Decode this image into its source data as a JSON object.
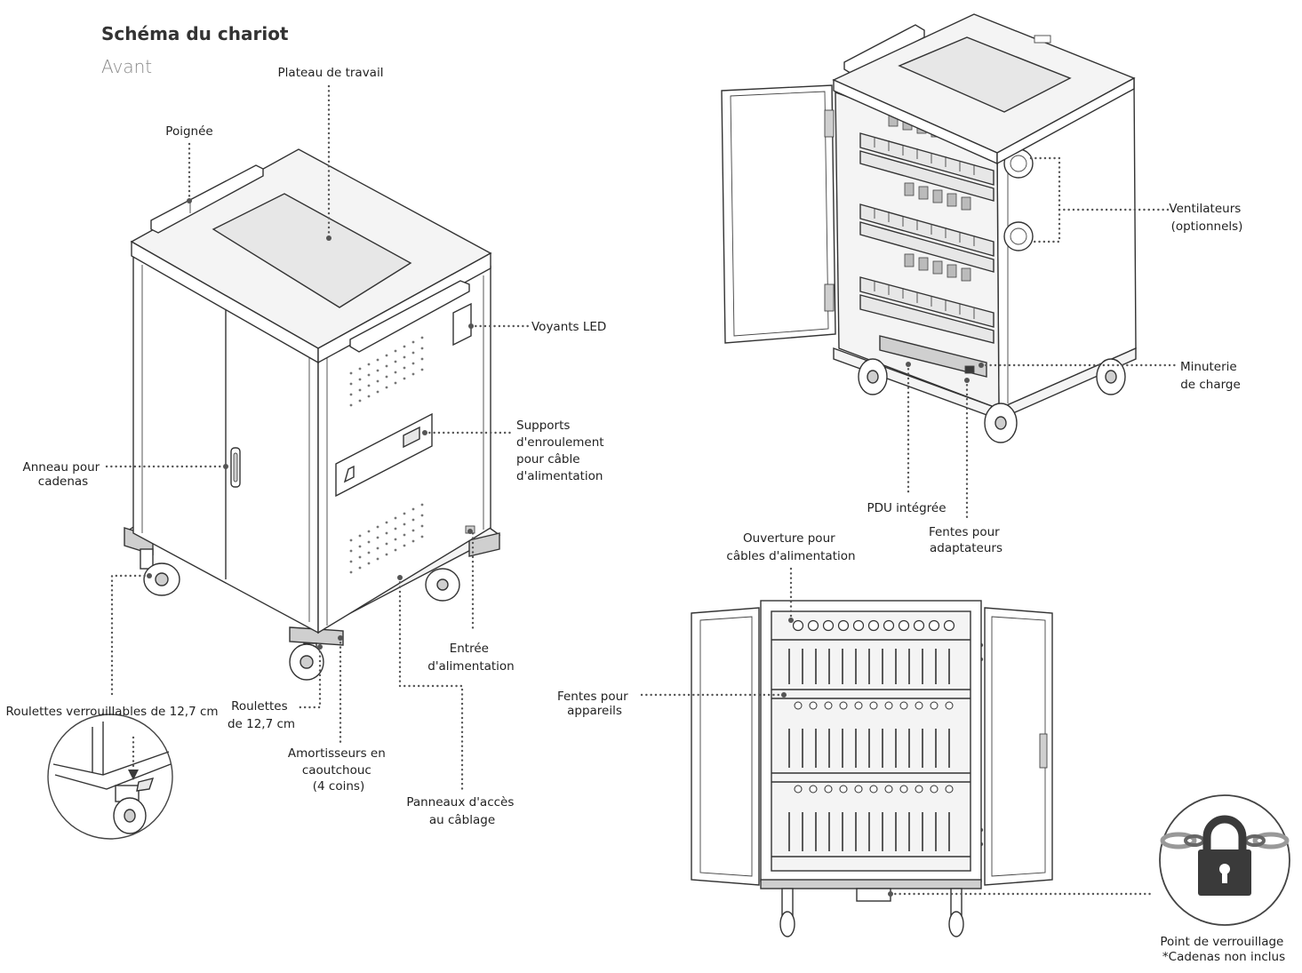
{
  "header": {
    "title": "Schéma du chariot",
    "subtitle": "Avant"
  },
  "labels": {
    "plateau": "Plateau de travail",
    "poignee": "Poignée",
    "voyants": "Voyants LED",
    "supports": [
      "Supports",
      "d'enroulement",
      "pour câble",
      "d'alimentation"
    ],
    "anneau": [
      "Anneau pour",
      "cadenas"
    ],
    "entree": [
      "Entrée",
      "d'alimentation"
    ],
    "roulettes_verr": "Roulettes verrouillables de 12,7 cm",
    "roulettes": [
      "Roulettes",
      "de 12,7 cm"
    ],
    "amortisseurs": [
      "Amortisseurs en",
      "caoutchouc",
      "(4 coins)"
    ],
    "panneaux": [
      "Panneaux d'accès",
      "au câblage"
    ],
    "ventilateurs": [
      "Ventilateurs",
      "(optionnels)"
    ],
    "minuterie": [
      "Minuterie",
      "de charge"
    ],
    "pdu": "PDU intégrée",
    "fentes_adapt": [
      "Fentes pour",
      "adaptateurs"
    ],
    "ouverture": [
      "Ouverture pour",
      "câbles d'alimentation"
    ],
    "fentes_app": [
      "Fentes pour",
      "appareils"
    ],
    "verrou": [
      "Point de verrouillage",
      "*Cadenas non inclus"
    ]
  },
  "icons": {
    "lock": "padlock-chain-icon"
  },
  "colors": {
    "leader": "#555555",
    "line": "#333333",
    "lock_dark": "#3a3a3a"
  }
}
